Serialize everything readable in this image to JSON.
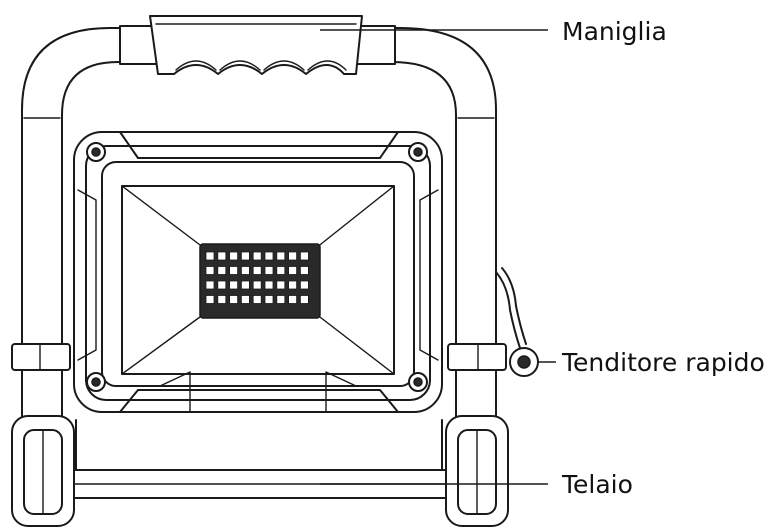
{
  "labels": {
    "handle": "Maniglia",
    "quick_tensioner": "Tenditore rapido",
    "frame": "Telaio"
  },
  "colors": {
    "ink": "#1a1a1a",
    "background": "#ffffff"
  }
}
